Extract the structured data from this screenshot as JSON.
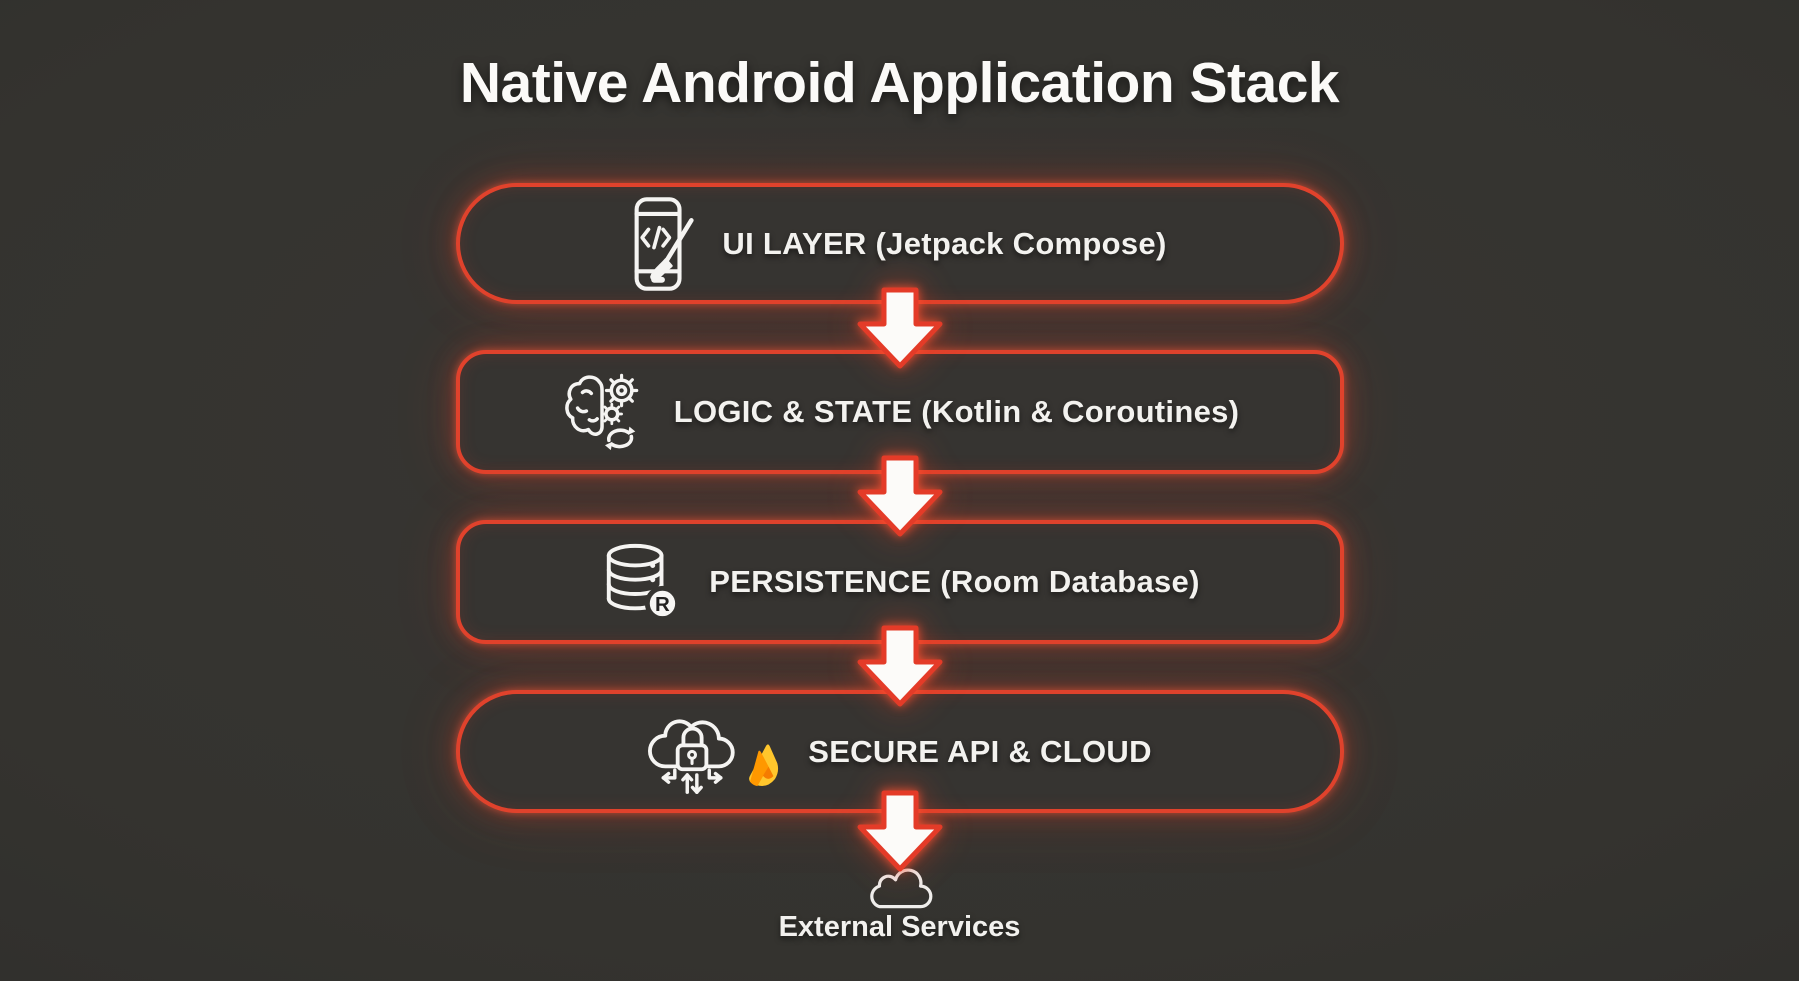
{
  "title": "Native Android Application Stack",
  "stack": {
    "layers": [
      {
        "label": "UI LAYER (Jetpack Compose)",
        "icon": "phone-code-paintbrush-icon"
      },
      {
        "label": "LOGIC & STATE (Kotlin & Coroutines)",
        "icon": "brain-gears-sync-icon"
      },
      {
        "label": "PERSISTENCE (Room Database)",
        "icon": "database-cylinder-icon",
        "badge": "R"
      },
      {
        "label": "SECURE API & CLOUD",
        "icon": "cloud-lock-arrows-icon",
        "secondary_icon": "firebase-flame-icon"
      }
    ]
  },
  "connectors": {
    "direction": "down",
    "count": 4
  },
  "footer": {
    "label": "External Services",
    "icon": "cloud-outline-icon"
  },
  "colors": {
    "background": "#31302e",
    "box_fill": "#363431",
    "accent_red": "#e0422c",
    "arrow_fill": "#fcfbf9",
    "text": "#f3f2ef",
    "flame_amber": "#ff9800",
    "flame_yellow": "#ffc62c"
  }
}
